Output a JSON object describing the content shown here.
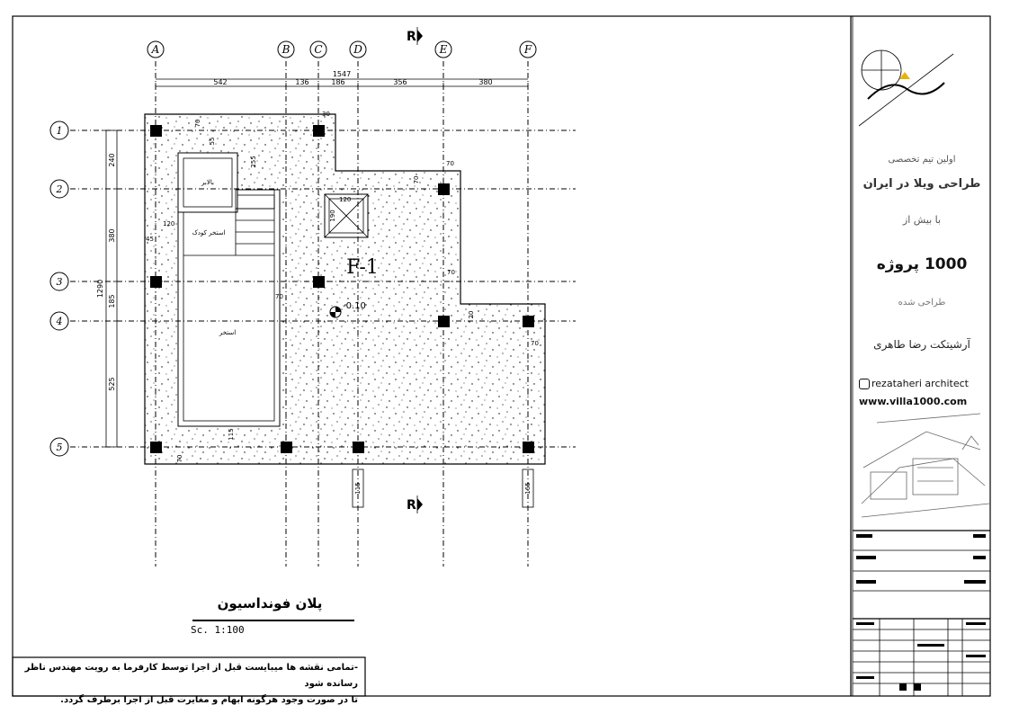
{
  "drawing": {
    "title": "پلان فونداسیون",
    "scale": "Sc.  1:100",
    "north_arrow_label": "R",
    "footing_label": "F-1",
    "level_label": "-0.10",
    "note_line1": "-تمامی نقشه ها میبایست قبل از اجرا توسط کارفرما به رویت مهندس ناظر رسانده شود",
    "note_line2": "تا در صورت وجود هرگونه ابهام و مغایرت قبل از اجرا برطرف گردد."
  },
  "grid": {
    "columns": [
      "A",
      "B",
      "C",
      "D",
      "E",
      "F"
    ],
    "rows": [
      "1",
      "2",
      "3",
      "4",
      "5"
    ]
  },
  "dimensions": {
    "top_total": "1547",
    "top_parts": [
      "542",
      "136",
      "186",
      "356",
      "380"
    ],
    "left_total": "1290",
    "left_parts": [
      "240",
      "380",
      "185",
      "525"
    ],
    "misc": [
      "70",
      "70",
      "55",
      "70",
      "70",
      "20",
      "70",
      "255",
      "120",
      "190",
      "120",
      "45",
      "115",
      "70",
      "70",
      "70",
      "70",
      "30",
      "115",
      "165",
      "165"
    ]
  },
  "rooms": {
    "room_a": "بالابر",
    "room_b": "استخر کودک",
    "room_c": "استخر"
  },
  "sidebar": {
    "line1": "اولین تیم تخصصی",
    "line2": "طراحی ویلا در ایران",
    "line3": "با بیش از",
    "line4": "1000 پروژه",
    "line5": "طراحی شده",
    "line6": "آرشیتکت رضا طاهری",
    "instagram": "rezataheri architect",
    "website": "www.villa1000.com"
  },
  "colors": {
    "ink": "#000000",
    "paper": "#ffffff",
    "sidebar_text": "#333333"
  }
}
